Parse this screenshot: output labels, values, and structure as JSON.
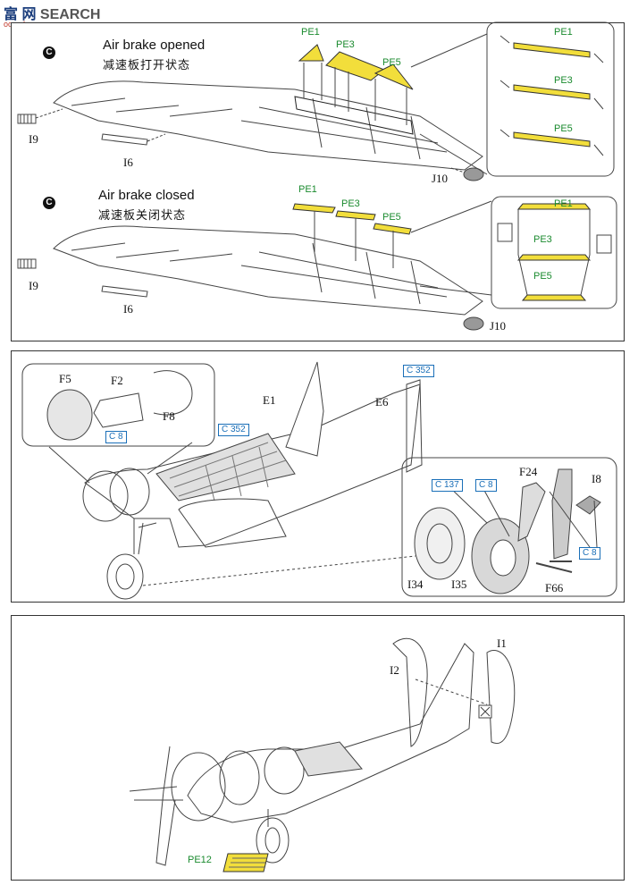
{
  "watermark": {
    "brand": "富 网",
    "site": "SEARCH",
    "url": "ooo.shou.com"
  },
  "panel1": {
    "step": "C",
    "open_en": "Air brake opened",
    "open_zh": "减速板打开状态",
    "closed_en": "Air brake closed",
    "closed_zh": "减速板关闭状态",
    "labels": {
      "i9": "I9",
      "i6": "I6",
      "j10": "J10"
    },
    "pe": {
      "pe1": "PE1",
      "pe3": "PE3",
      "pe5": "PE5"
    }
  },
  "panel2": {
    "parts": {
      "f5": "F5",
      "f2": "F2",
      "f8": "F8",
      "e1": "E1",
      "e6": "E6",
      "f24": "F24",
      "i8": "I8",
      "i34": "I34",
      "i35": "I35",
      "f66": "F66"
    },
    "paint": {
      "c352": "C 352",
      "c8": "C  8",
      "c137": "C 137"
    }
  },
  "panel3": {
    "parts": {
      "i1": "I1",
      "i2": "I2",
      "pe12": "PE12"
    }
  },
  "colors": {
    "pe_yellow": "#f2de3b",
    "pe_green": "#1a8a2e",
    "paint_blue": "#1a6fb8"
  }
}
